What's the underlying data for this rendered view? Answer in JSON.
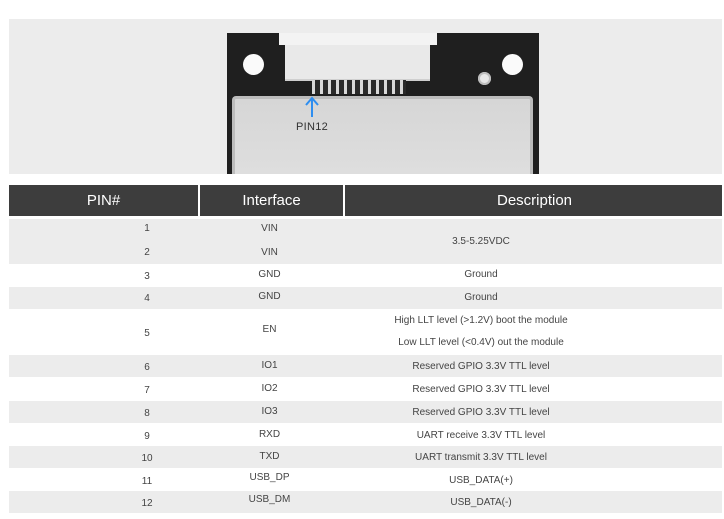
{
  "image": {
    "pin_label": "PIN12"
  },
  "table": {
    "headers": [
      "PIN#",
      "Interface",
      "Description"
    ],
    "rows": [
      {
        "pin": "1",
        "iface": "VIN",
        "desc": "3.5-5.25VDC"
      },
      {
        "pin": "2",
        "iface": "VIN",
        "desc": ""
      },
      {
        "pin": "3",
        "iface": "GND",
        "desc": "Ground"
      },
      {
        "pin": "4",
        "iface": "GND",
        "desc": "Ground"
      },
      {
        "pin": "5",
        "iface": "EN",
        "desc": "High LLT level (>1.2V) boot the module",
        "desc2": "Low LLT level (<0.4V) out the module"
      },
      {
        "pin": "6",
        "iface": "IO1",
        "desc": "Reserved GPIO 3.3V TTL level"
      },
      {
        "pin": "7",
        "iface": "IO2",
        "desc": "Reserved GPIO 3.3V TTL level"
      },
      {
        "pin": "8",
        "iface": "IO3",
        "desc": "Reserved GPIO 3.3V TTL level"
      },
      {
        "pin": "9",
        "iface": "RXD",
        "desc": "UART receive 3.3V TTL level"
      },
      {
        "pin": "10",
        "iface": "TXD",
        "desc": "UART transmit 3.3V TTL level"
      },
      {
        "pin": "11",
        "iface": "USB_DP",
        "desc": "USB_DATA(+)"
      },
      {
        "pin": "12",
        "iface": "USB_DM",
        "desc": "USB_DATA(-)"
      }
    ]
  }
}
